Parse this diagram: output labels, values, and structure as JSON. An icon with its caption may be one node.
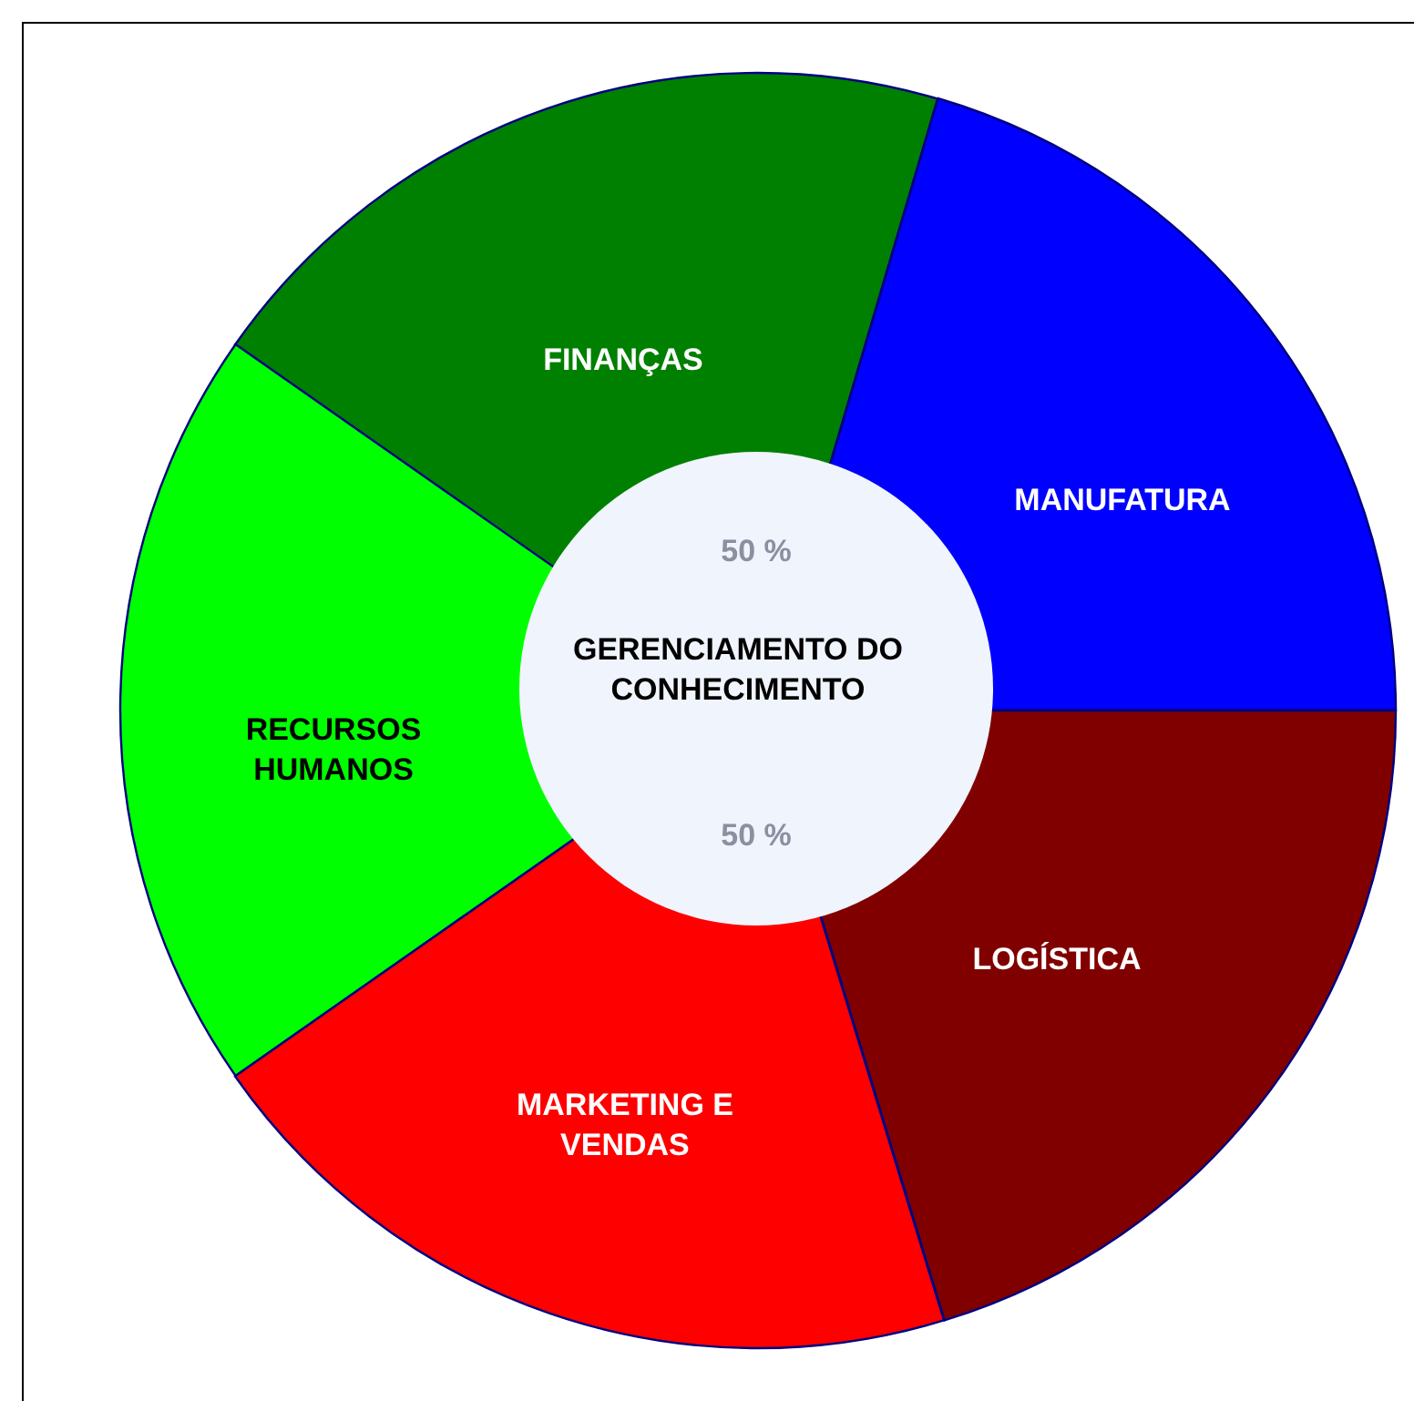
{
  "diagram": {
    "nodes": [
      {
        "text": [
          "FINANÇAS"
        ]
      },
      {
        "text": [
          "MANUFATURA"
        ]
      },
      {
        "text": [
          "50 %",
          "GERENCIAMENTO DO CONHECIMENTO",
          "50 %"
        ]
      },
      {
        "text": [
          "RECURSOS HUMANOS"
        ]
      },
      {
        "text": [
          "LOGÍSTICA"
        ]
      },
      {
        "text": [
          "MARKETING E VENDAS"
        ]
      }
    ]
  }
}
